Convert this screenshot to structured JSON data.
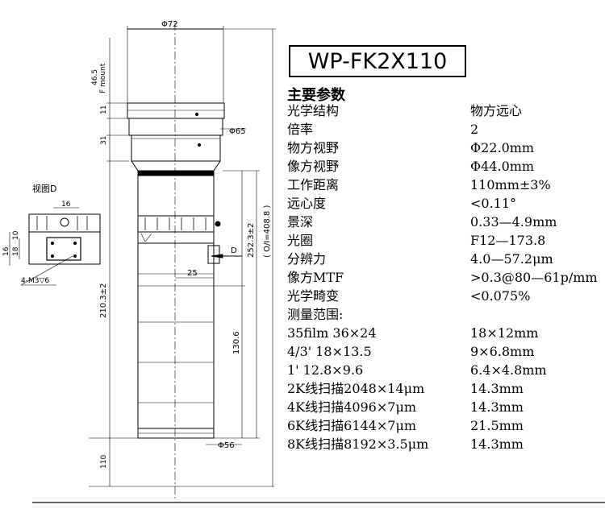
{
  "model": "WP-FK2X110",
  "params_title": "主要参数",
  "specs": [
    {
      "k": "光学结构",
      "v": "物方远心"
    },
    {
      "k": "倍率",
      "v": "2"
    },
    {
      "k": "物方视野",
      "v": "Φ22.0mm"
    },
    {
      "k": "像方视野",
      "v": "Φ44.0mm"
    },
    {
      "k": "工作距离",
      "v": "110mm±3%"
    },
    {
      "k": "远心度",
      "v": "<0.11°"
    },
    {
      "k": "景深",
      "v": "0.33—4.9mm"
    },
    {
      "k": "光圈",
      "v": "F12—173.8"
    },
    {
      "k": "分辨力",
      "v": "4.0—57.2μm"
    },
    {
      "k": "像方MTF",
      "v": ">0.3@80—61p/mm"
    },
    {
      "k": "光学畸变",
      "v": "<0.075%"
    },
    {
      "k": "测量范围:",
      "v": ""
    },
    {
      "k": "35film 36×24",
      "v": "18×12mm"
    },
    {
      "k": "4/3' 18×13.5",
      "v": "9×6.8mm"
    },
    {
      "k": "1'  12.8×9.6",
      "v": "6.4×4.8mm"
    },
    {
      "k": "2K线扫描2048×14μm",
      "v": "14.3mm"
    },
    {
      "k": "4K线扫描4096×7μm",
      "v": "14.3mm"
    },
    {
      "k": "6K线扫描6144×7μm",
      "v": "21.5mm"
    },
    {
      "k": "8K线扫描8192×3.5μm",
      "v": "14.3mm"
    }
  ],
  "drawing": {
    "dia_top": "Φ72",
    "dia_mid": "Φ65",
    "dia_bottom": "Φ56",
    "mount_height": "46.5",
    "mount_label": "F mount",
    "h_11": "11",
    "h_31": "31",
    "h_210": "210.3±2",
    "h_252": "252.3±2",
    "h_total": "( O/I=408.8 )",
    "h_130": "130.6",
    "h_110": "110",
    "w_25": "25",
    "label_d": "D",
    "view_d_title": "视图D",
    "view_16_top": "16",
    "view_10": "10",
    "view_16_left": "16",
    "view_18": "18",
    "view_screw": "4-M3▽6"
  }
}
